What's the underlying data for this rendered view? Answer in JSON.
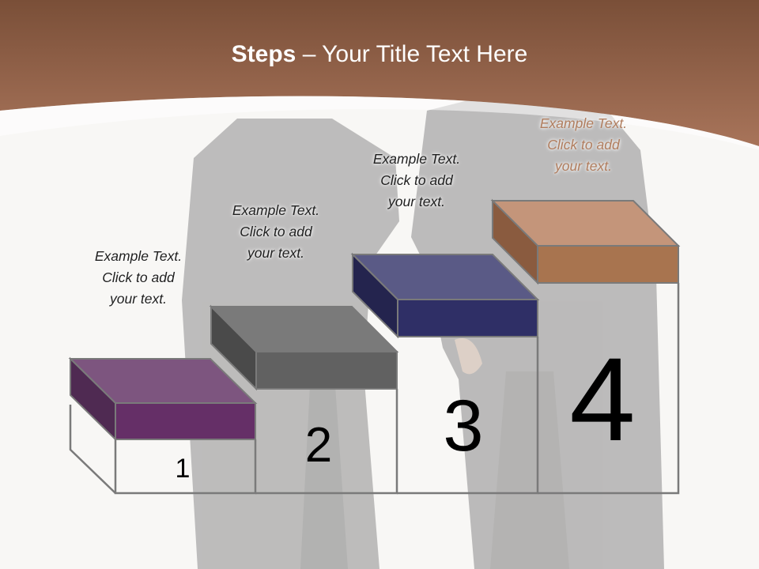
{
  "title": {
    "bold": "Steps",
    "rest": " – Your Title Text Here"
  },
  "steps": [
    {
      "number": "1",
      "text_line1": "Example Text.",
      "text_line2": "Click  to add",
      "text_line3": "your text.",
      "color": "#6b3a6e"
    },
    {
      "number": "2",
      "text_line1": "Example Text.",
      "text_line2": "Click  to add",
      "text_line3": "your text.",
      "color": "#6a6a6a"
    },
    {
      "number": "3",
      "text_line1": "Example Text.",
      "text_line2": "Click  to add",
      "text_line3": "your text.",
      "color": "#33346b"
    },
    {
      "number": "4",
      "text_line1": "Example Text.",
      "text_line2": "Click  to add",
      "text_line3": "your text.",
      "color": "#ad7a5b"
    }
  ],
  "theme": {
    "header_color": "#7c5139",
    "background": "#f8f7f5"
  },
  "icons": {
    "background": "business-people-photo"
  }
}
